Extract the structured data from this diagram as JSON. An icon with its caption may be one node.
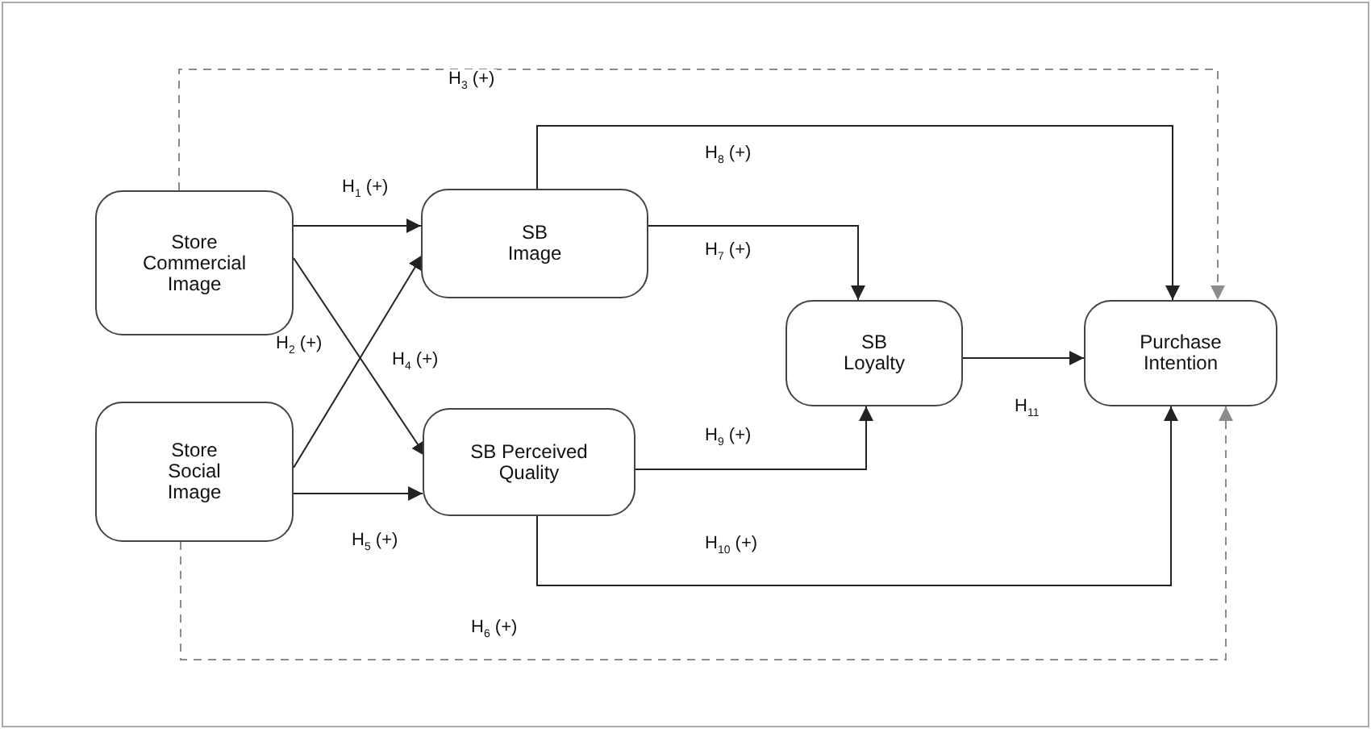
{
  "diagram": {
    "nodes": [
      {
        "text": [
          "Store Commercial Image"
        ]
      },
      {
        "text": [
          "SB Image"
        ]
      },
      {
        "text": [
          "Store Social Image"
        ]
      },
      {
        "text": [
          "SB Perceived Quality"
        ]
      },
      {
        "text": [
          "SB Loyalty"
        ]
      },
      {
        "text": [
          "Purchase Intention"
        ]
      }
    ],
    "edges": [
      {
        "from": 0,
        "to": 1,
        "arrow": "to",
        "label": "H$_{1}$ (+)"
      },
      {
        "from": 0,
        "to": 3,
        "arrow": "to",
        "label": "H$_{2}$ (+)"
      },
      {
        "from": 0,
        "to": 5,
        "arrow": "to",
        "label": "H$_{3}$ (+)",
        "style": "dashed",
        "color": "#8c8c8c"
      },
      {
        "from": 2,
        "to": 1,
        "arrow": "to",
        "label": "H$_{4}$ (+)"
      },
      {
        "from": 2,
        "to": 3,
        "arrow": "to",
        "label": "H$_{5}$ (+)"
      },
      {
        "from": 2,
        "to": 5,
        "arrow": "to",
        "label": "H$_{6}$ (+)",
        "style": "dashed",
        "color": "#8c8c8c"
      },
      {
        "from": 1,
        "to": 4,
        "arrow": "to",
        "label": "H$_{7}$ (+)"
      },
      {
        "from": 1,
        "to": 5,
        "arrow": "to",
        "label": "H$_{8}$ (+)"
      },
      {
        "from": 3,
        "to": 4,
        "arrow": "to",
        "label": "H$_{9}$ (+)"
      },
      {
        "from": 3,
        "to": 5,
        "arrow": "to",
        "label": "H$_{10}$ (+)"
      },
      {
        "from": 4,
        "to": 5,
        "arrow": "to",
        "label": "H$_{11}$"
      }
    ]
  }
}
